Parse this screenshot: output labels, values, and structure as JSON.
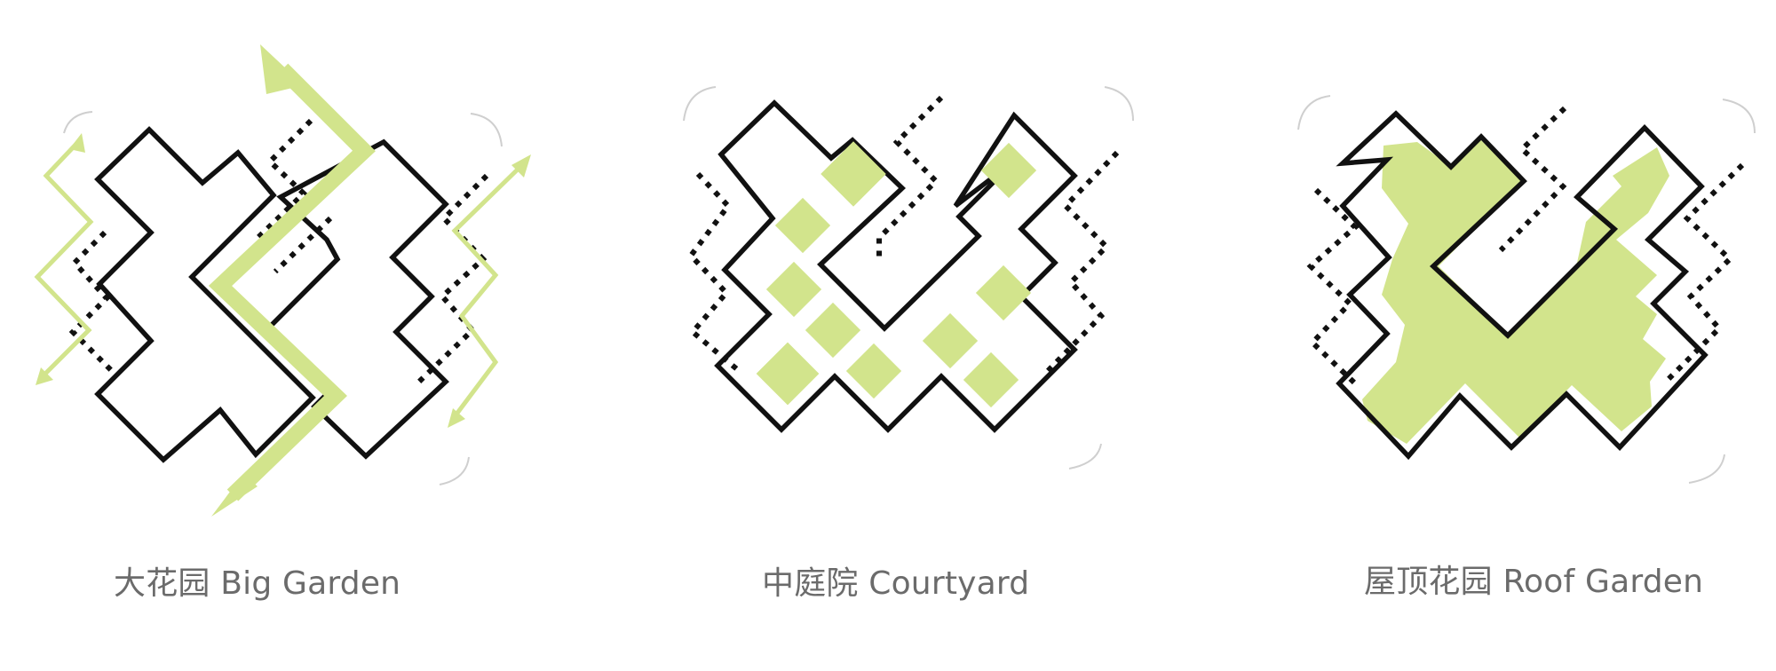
{
  "diagrams": [
    {
      "caption": "大花园 Big Garden"
    },
    {
      "caption": "中庭院 Courtyard"
    },
    {
      "caption": "屋顶花园 Roof Garden"
    }
  ],
  "colors": {
    "green": "#d2e48c",
    "outline": "#111111",
    "caption": "#6b6b6b"
  }
}
